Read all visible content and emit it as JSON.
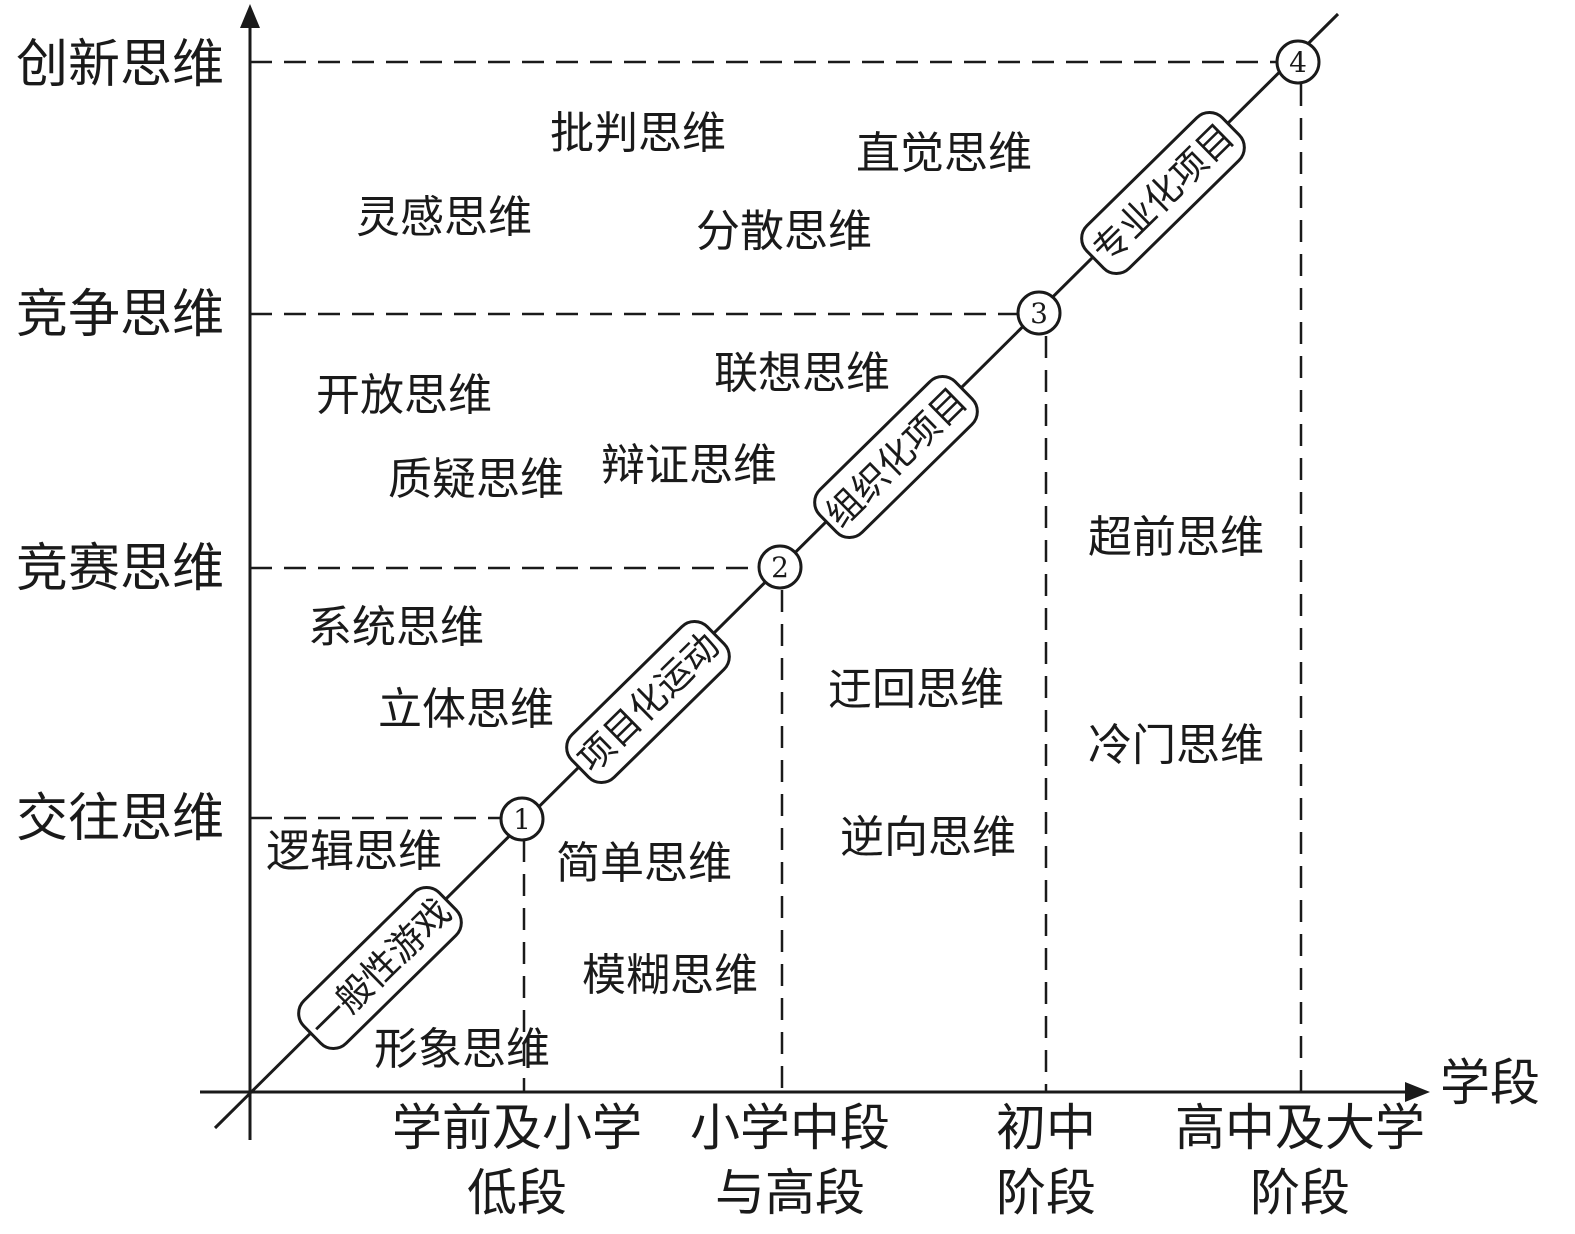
{
  "axes": {
    "x_title": "学段",
    "y_levels": [
      "交往思维",
      "竞赛思维",
      "竞争思维",
      "创新思维"
    ],
    "x_stages": [
      {
        "line1": "学前及小学",
        "line2": "低段"
      },
      {
        "line1": "小学中段",
        "line2": "与高段"
      },
      {
        "line1": "初中",
        "line2": "阶段"
      },
      {
        "line1": "高中及大学",
        "line2": "阶段"
      }
    ]
  },
  "milestones": [
    "1",
    "2",
    "3",
    "4"
  ],
  "stage_boxes": [
    "一般性游戏",
    "项目化运动",
    "组织化项目",
    "专业化项目"
  ],
  "thinking_types": {
    "t1": "批判思维",
    "t2": "直觉思维",
    "t3": "灵感思维",
    "t4": "分散思维",
    "t5": "联想思维",
    "t6": "开放思维",
    "t7": "辩证思维",
    "t8": "质疑思维",
    "t9": "超前思维",
    "t10": "系统思维",
    "t11": "立体思维",
    "t12": "迂回思维",
    "t13": "冷门思维",
    "t14": "逻辑思维",
    "t15": "逆向思维",
    "t16": "简单思维",
    "t17": "模糊思维",
    "t18": "形象思维"
  }
}
